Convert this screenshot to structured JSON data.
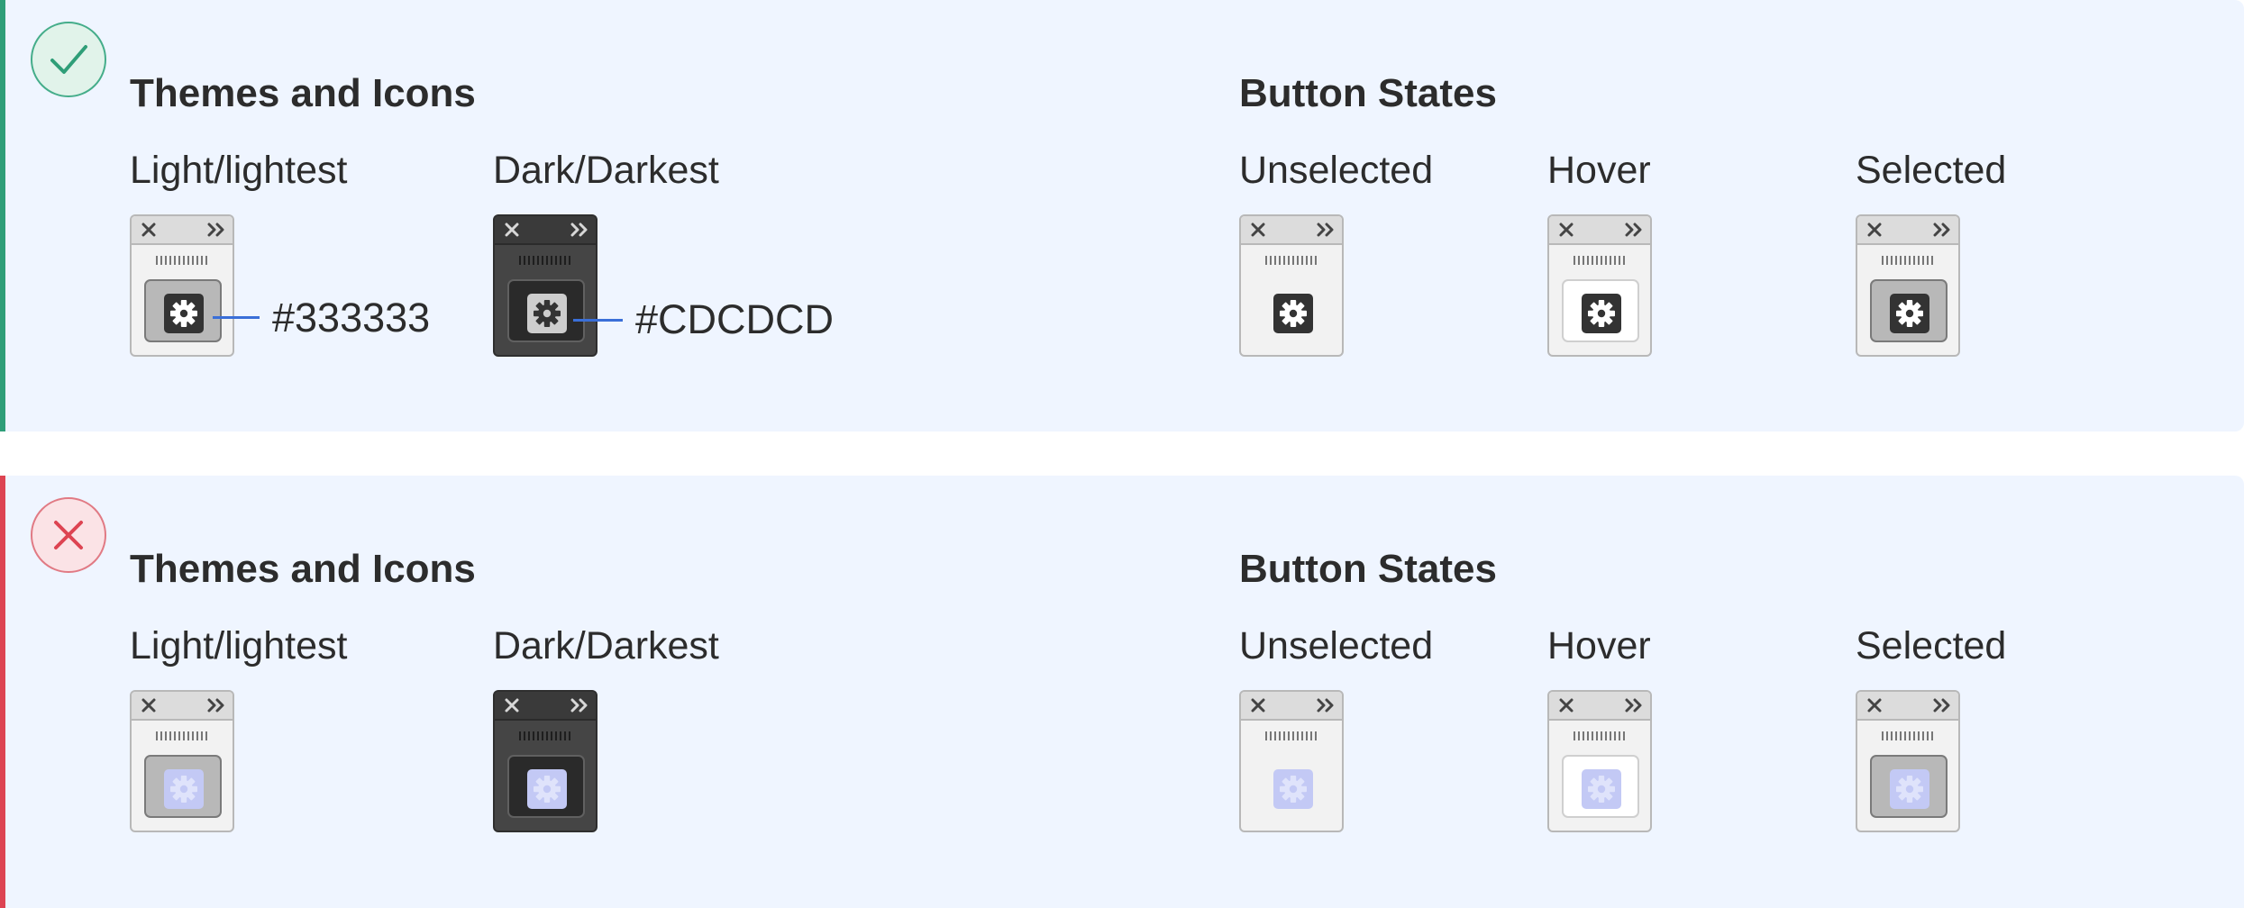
{
  "colors": {
    "do_accent": "#2f9e78",
    "dont_accent": "#dd4452",
    "panel_bg": "#eff5ff",
    "icon_correct_light": "#333333",
    "icon_correct_dark": "#CDCDCD",
    "icon_incorrect": "#c3c9f5",
    "leader_line": "#3a6fd8"
  },
  "panels": [
    {
      "status": "do",
      "status_icon": "checkmark-icon",
      "themes_heading": "Themes and Icons",
      "states_heading": "Button States",
      "theme_labels": [
        "Light/lightest",
        "Dark/Darkest"
      ],
      "state_labels": [
        "Unselected",
        "Hover",
        "Selected"
      ],
      "hex_light": "#333333",
      "hex_dark": "#CDCDCD"
    },
    {
      "status": "dont",
      "status_icon": "cross-icon",
      "themes_heading": "Themes and Icons",
      "states_heading": "Button States",
      "theme_labels": [
        "Light/lightest",
        "Dark/Darkest"
      ],
      "state_labels": [
        "Unselected",
        "Hover",
        "Selected"
      ]
    }
  ]
}
